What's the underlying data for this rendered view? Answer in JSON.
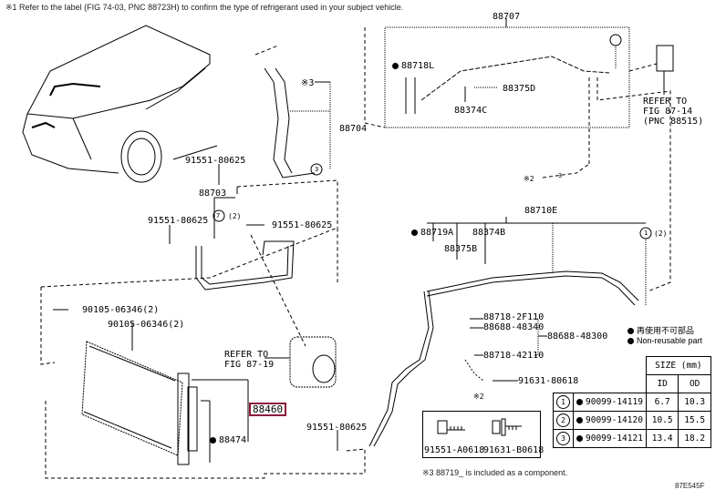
{
  "header_note": "※1 Refer to the label (FIG 74-03, PNC 88723H) to confirm the type of refrigerant used in your subject vehicle.",
  "parts": {
    "p88707": "88707",
    "p88718L": "88718L",
    "p88375D": "88375D",
    "p88374C": "88374C",
    "refer_87_14": [
      "REFER TO",
      "FIG 87-14",
      "(PNC 88515)"
    ],
    "p88704": "88704",
    "note3": "※3",
    "p91551_80625_a": "91551-80625",
    "p88703": "88703",
    "p91551_80625_b": "91551-80625",
    "p91551_80625_c": "91551-80625",
    "circle7_qty": "(2)",
    "note2_top": "※2",
    "p88710E": "88710E",
    "p88719A": "88719A",
    "p88375B": "88375B",
    "p88374B": "88374B",
    "circle1_qty": "(2)",
    "p88718_2F110": "88718-2F110",
    "p88688_48340": "88688-48340",
    "p88688_48300": "88688-48300",
    "p88718_42110": "88718-42110",
    "p91631_80618": "91631-80618",
    "note2_bottom": "※2",
    "p90105_a": "90105-06346(2)",
    "p90105_b": "90105-06346(2)",
    "refer_87_19": [
      "REFER TO",
      "FIG 87-19"
    ],
    "p88460": "88460",
    "p88474": "88474",
    "p91551_80625_d": "91551-80625"
  },
  "highlight": {
    "part": "88460",
    "color": "#8b1a3a"
  },
  "legend": {
    "jp": "再使用不可部品",
    "en": "Non-reusable part"
  },
  "size_table": {
    "header": "SIZE (mm)",
    "cols": [
      "ID",
      "OD"
    ],
    "rows": [
      {
        "circle": "1",
        "part": "90099-14119",
        "id": "6.7",
        "od": "10.3"
      },
      {
        "circle": "2",
        "part": "90099-14120",
        "id": "10.5",
        "od": "15.5"
      },
      {
        "circle": "3",
        "part": "90099-14121",
        "id": "13.4",
        "od": "18.2"
      }
    ]
  },
  "bolts": {
    "left": "91551-A0618",
    "right": "91631-B0618"
  },
  "footnote": "※3 88719_ is included as a component.",
  "figure_code": "87E545F"
}
